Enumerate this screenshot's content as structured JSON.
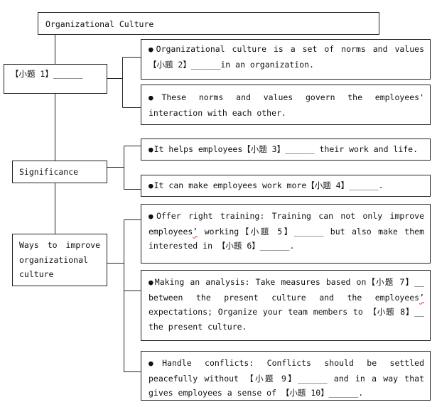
{
  "root": {
    "title": "Organizational Culture"
  },
  "bullet_glyph": "●",
  "sections": {
    "definition": {
      "label": "【小题 1】______",
      "items": [
        {
          "text": "Organizational culture is a set of norms and values 【小题 2】______in an organization."
        },
        {
          "text": "These norms and values govern the employees' interaction with each other."
        }
      ]
    },
    "significance": {
      "label": "Significance",
      "items": [
        {
          "text": "It helps employees【小题 3】______ their work and life."
        },
        {
          "text": "It can make employees work more【小题 4】______."
        }
      ]
    },
    "ways": {
      "label": "Ways to improve organizational culture",
      "items": [
        {
          "pre": "Offer right training: Training can not only improve employees",
          "squiggle": "’",
          "post": " working【小题 5】______ but also make them interested in 【小题 6】______."
        },
        {
          "pre": "Making an analysis: Take measures based on【小题 7】__ between the present culture and the employees",
          "squiggle": "’",
          "post": " expectations; Organize your team members to 【小题 8】__ the present culture."
        },
        {
          "text": "Handle conflicts: Conflicts should be settled peacefully without 【小题 9】______ and in a way that gives employees a sense of 【小题 10】______."
        }
      ]
    }
  }
}
